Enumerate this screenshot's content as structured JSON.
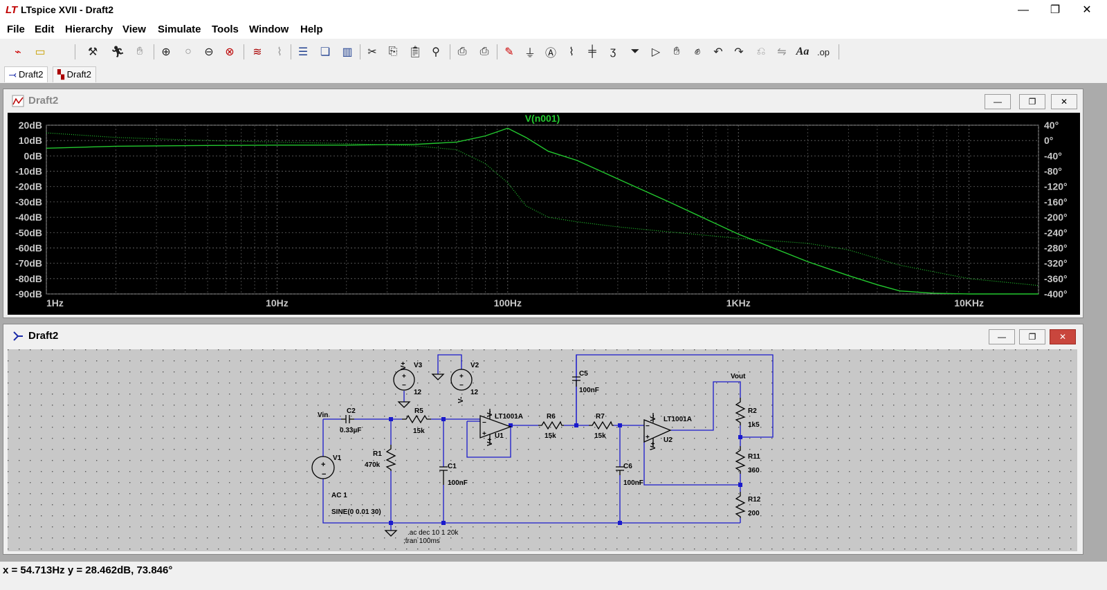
{
  "app": {
    "logo": "LT",
    "title": "LTspice XVII - Draft2",
    "window_controls": {
      "minimize": "—",
      "maximize": "❐",
      "close": "✕"
    }
  },
  "menu": [
    "File",
    "Edit",
    "Hierarchy",
    "View",
    "Simulate",
    "Tools",
    "Window",
    "Help"
  ],
  "toolbar": {
    "icons": [
      "new-schematic-icon",
      "open-icon",
      "control-panel-icon",
      "run-icon",
      "halt-icon",
      "zoom-in-icon",
      "pan-icon",
      "zoom-out-icon",
      "zoom-full-icon",
      "autorange-icon",
      "view-fft-icon",
      "tile-horizontal-icon",
      "cascade-icon",
      "tile-vertical-icon",
      "cut-icon",
      "copy-icon",
      "paste-icon",
      "find-icon",
      "print-icon",
      "print-setup-icon",
      "wire-icon",
      "ground-icon",
      "label-icon",
      "resistor-icon",
      "capacitor-icon",
      "inductor-icon",
      "diode-icon",
      "component-icon",
      "move-icon",
      "drag-icon",
      "undo-icon",
      "redo-icon",
      "rotate-icon",
      "mirror-icon",
      "text-icon",
      "spice-directive-icon"
    ],
    "text_aa": "Aa",
    "text_op": ".op"
  },
  "tabs": [
    {
      "label": "Draft2",
      "kind": "schematic",
      "active": true
    },
    {
      "label": "Draft2",
      "kind": "waveform",
      "active": false
    }
  ],
  "plot_window": {
    "title": "Draft2",
    "trace_name": "V(n001)",
    "trace_color": "#23c92f",
    "background": "#000000",
    "left_axis": [
      "20dB",
      "10dB",
      "0dB",
      "-10dB",
      "-20dB",
      "-30dB",
      "-40dB",
      "-50dB",
      "-60dB",
      "-70dB",
      "-80dB",
      "-90dB"
    ],
    "right_axis": [
      "40°",
      "0°",
      "-40°",
      "-80°",
      "-120°",
      "-160°",
      "-200°",
      "-240°",
      "-280°",
      "-320°",
      "-360°",
      "-400°"
    ],
    "x_axis": [
      "1Hz",
      "10Hz",
      "100Hz",
      "1KHz",
      "10KHz"
    ]
  },
  "chart_data": {
    "type": "line",
    "title": "V(n001)",
    "xscale": "log",
    "xlim": [
      1,
      20000
    ],
    "ylim_left": [
      -90,
      20
    ],
    "ylim_right": [
      -400,
      40
    ],
    "grid": true,
    "series": [
      {
        "name": "V(n001)",
        "axis": "left",
        "style": "solid",
        "x": [
          1,
          2,
          5,
          10,
          20,
          40,
          60,
          80,
          100,
          120,
          150,
          200,
          300,
          500,
          1000,
          2000,
          3000,
          4000,
          5000,
          7000,
          10000,
          20000
        ],
        "y": [
          5,
          6.3,
          6.8,
          7,
          7,
          7.5,
          9,
          13,
          18,
          12,
          3,
          -3,
          -15,
          -30,
          -51,
          -69,
          -78,
          -84,
          -88,
          -89.5,
          -90,
          -90
        ]
      },
      {
        "name": "V(n001)",
        "axis": "right",
        "style": "dotted",
        "x": [
          1,
          2,
          5,
          10,
          20,
          40,
          60,
          80,
          100,
          120,
          150,
          200,
          300,
          500,
          1000,
          2000,
          3000,
          5000,
          10000,
          20000
        ],
        "y": [
          20,
          8,
          0,
          -4,
          -8,
          -14,
          -24,
          -60,
          -110,
          -170,
          -200,
          -212,
          -225,
          -238,
          -255,
          -268,
          -285,
          -325,
          -360,
          -378
        ]
      }
    ]
  },
  "schematic_window": {
    "title": "Draft2",
    "labels": {
      "vin": "Vin",
      "vout": "Vout",
      "c2": "C2",
      "c2_val": "0.33µF",
      "r5": "R5",
      "r5_val": "15k",
      "r1": "R1",
      "r1_val": "470k",
      "c1": "C1",
      "c1_val": "100nF",
      "v1": "V1",
      "v1_ac": "AC 1",
      "v1_sine": "SINE(0 0.01 30)",
      "v3": "V3",
      "v3_val": "12",
      "v2": "V2",
      "v2_val": "12",
      "u1": "U1",
      "u1_model": "LT1001A",
      "u2": "U2",
      "u2_model": "LT1001A",
      "r6": "R6",
      "r6_val": "15k",
      "r7": "R7",
      "r7_val": "15k",
      "c5": "C5",
      "c5_val": "100nF",
      "c6": "C6",
      "c6_val": "100nF",
      "r2": "R2",
      "r2_val": "1k5",
      "r11": "R11",
      "r11_val": "360",
      "r12": "R12",
      "r12_val": "200",
      "vplus": "V+",
      "vminus": "V-",
      "directive_ac": ".ac dec 10 1 20k",
      "directive_tran": ";tran 100ms"
    }
  },
  "status": {
    "text": "x = 54.713Hz    y = 28.462dB, 73.846°"
  }
}
